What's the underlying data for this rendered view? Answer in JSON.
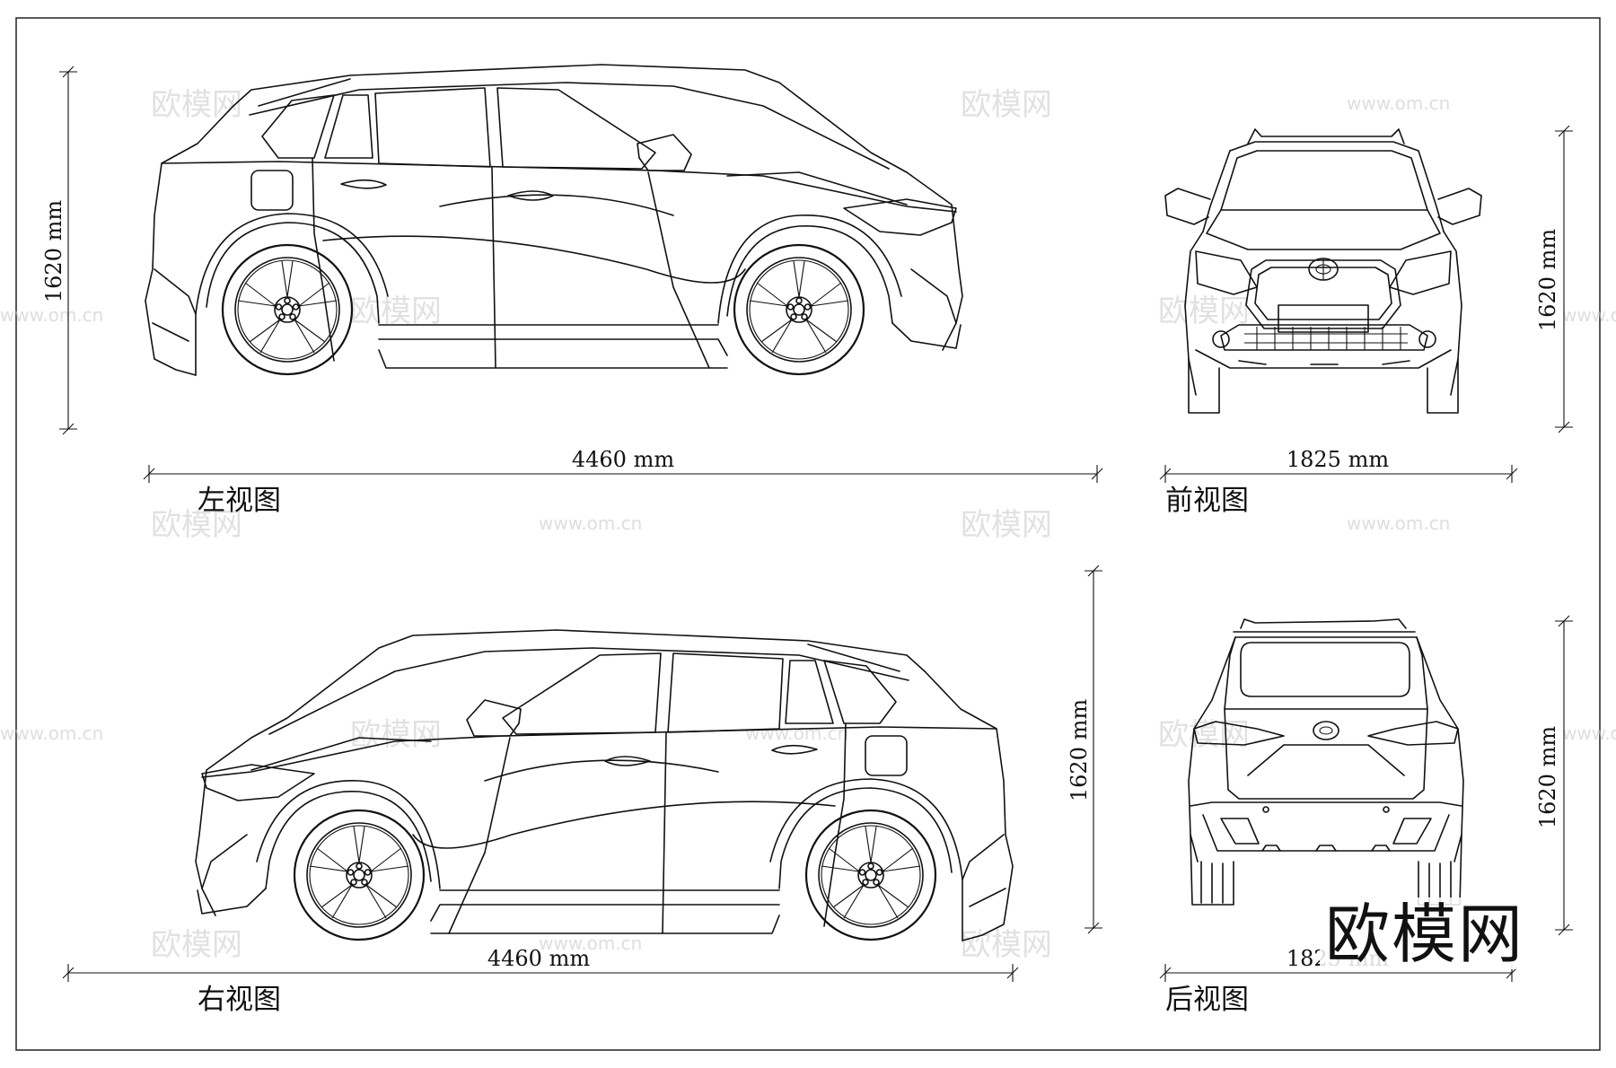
{
  "views": {
    "left": {
      "caption": "左视图",
      "length_label": "4460 mm",
      "height_label": "1620 mm"
    },
    "front": {
      "caption": "前视图",
      "width_label": "1825 mm",
      "height_label": "1620 mm"
    },
    "right": {
      "caption": "右视图",
      "length_label": "4460 mm",
      "height_label": "1620 mm"
    },
    "rear": {
      "caption": "后视图",
      "width_label": "1825 mm",
      "height_label": "1620 mm"
    }
  },
  "watermark": {
    "text": "欧模网",
    "url": "www.om.cn"
  },
  "brand_stamp": "欧模网"
}
